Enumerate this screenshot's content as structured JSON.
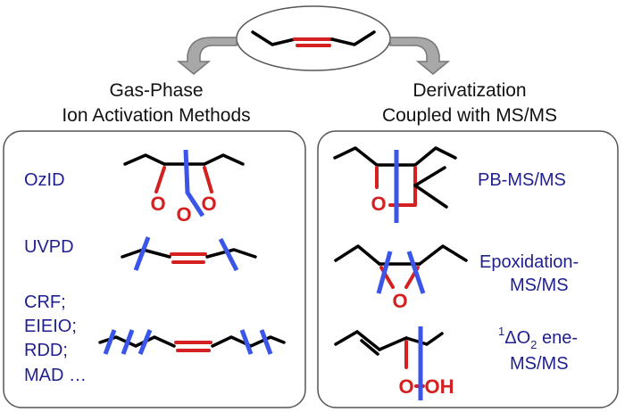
{
  "left_panel": {
    "title_line1": "Gas-Phase",
    "title_line2": "Ion Activation Methods",
    "methods": {
      "ozid": "OzID",
      "uvpd": "UVPD",
      "crf": "CRF;",
      "eieio": "EIEIO;",
      "rdd": "RDD;",
      "mad": "MAD …"
    }
  },
  "right_panel": {
    "title_line1": "Derivatization",
    "title_line2": "Coupled with MS/MS",
    "methods": {
      "pb_ms": "PB-MS/MS",
      "epox1": "Epoxidation-",
      "epox2": "MS/MS",
      "ene_sup": "1",
      "ene_main": "ΔO",
      "ene_sub": "2",
      "ene_rest": " ene-",
      "ene2": "MS/MS"
    }
  },
  "atoms": {
    "oxygen": "O",
    "hydroxyl": "OH"
  },
  "colors": {
    "bond": "#000000",
    "double_bond": "#d42020",
    "cleavage": "#3a55e8",
    "label": "#1f1f8f"
  }
}
